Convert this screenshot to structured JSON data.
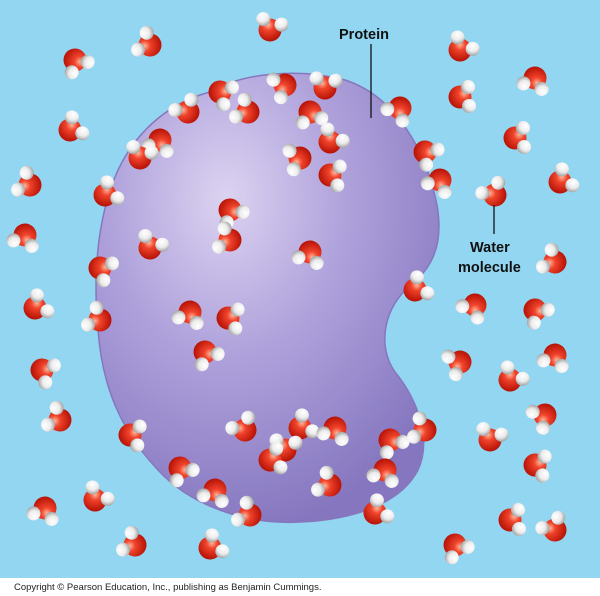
{
  "diagram": {
    "protein_label": "Protein",
    "water_label_line1": "Water",
    "water_label_line2": "molecule",
    "copyright": "Copyright © Pearson Education, Inc., publishing as Benjamin Cummings."
  },
  "colors": {
    "background_water": "#92d6f1",
    "protein_fill": "#a79ad6",
    "protein_edge": "#8677bd",
    "oxygen_red": "#e52a1c",
    "hydrogen_white": "#ffffff"
  },
  "icons": {
    "water_molecule": "water-molecule-icon",
    "protein": "protein-blob-icon"
  }
}
